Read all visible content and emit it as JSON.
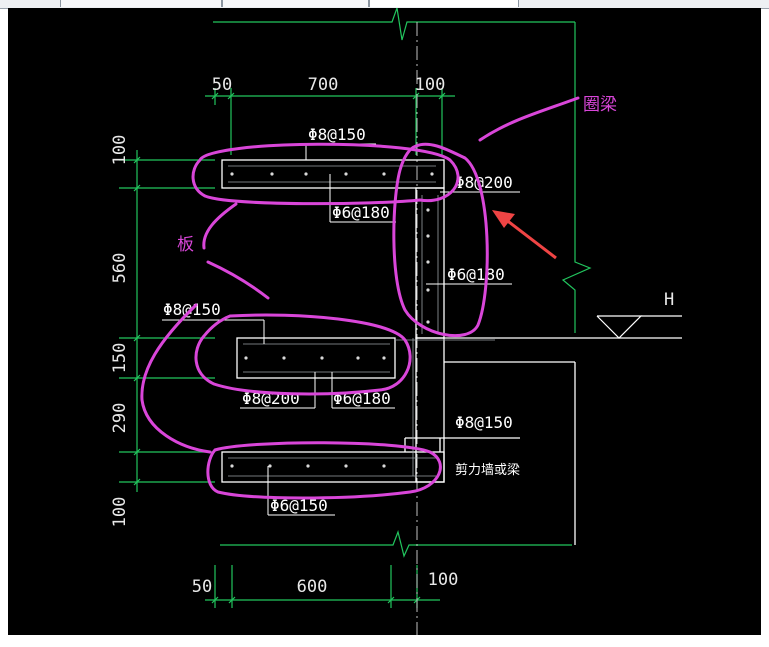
{
  "tabs": [
    {
      "label": "",
      "active": false
    },
    {
      "label": "",
      "active": false
    },
    {
      "label": "",
      "active": true
    }
  ],
  "dimensions": {
    "top": [
      "50",
      "700",
      "100"
    ],
    "bottom": [
      "50",
      "600",
      "100"
    ],
    "left": [
      "100",
      "560",
      "150",
      "290",
      "100"
    ]
  },
  "rebar_labels": {
    "top_slab_top": "Φ8@150",
    "top_slab_dist": "Φ6@180",
    "wall_outer": "Φ8@200",
    "wall_inner": "Φ6@180",
    "mid_slab_top": "Φ8@150",
    "mid_slab_bottom": "Φ8@200",
    "mid_slab_dist": "Φ6@180",
    "wall_lower": "Φ8@150",
    "bottom_slab_dist": "Φ6@150"
  },
  "labels": {
    "wall_or_beam": "剪力墙或梁",
    "elevation": "H"
  },
  "annotations": {
    "ring_beam": "圈梁",
    "slab": "板"
  },
  "colors": {
    "background": "#000000",
    "structure_line": "#ffffff",
    "dimension_line": "#22c55e",
    "markup": "#d946d9",
    "arrow": "#ef4444",
    "centerline": "#c0c0c0"
  }
}
